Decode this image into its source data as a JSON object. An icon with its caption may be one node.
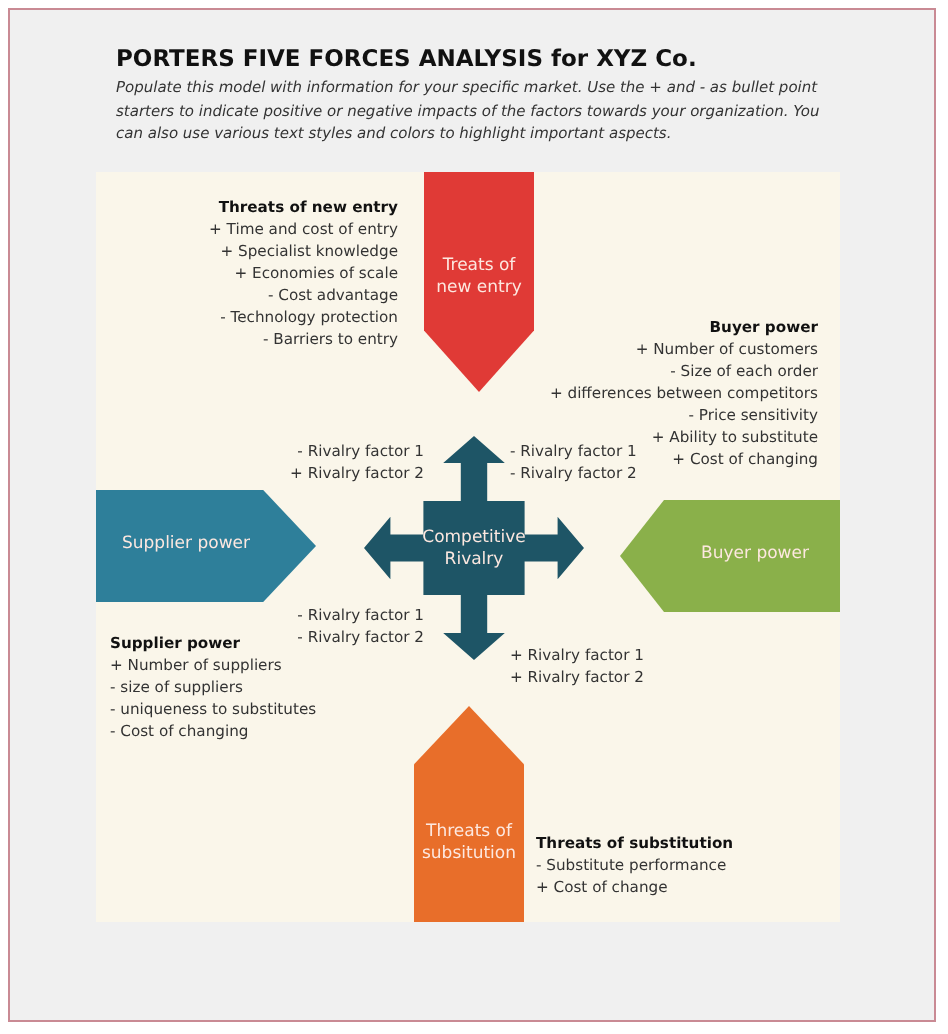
{
  "diagram": {
    "title": "PORTERS FIVE FORCES ANALYSIS for XYZ Co.",
    "caption": "Populate this model with information for your specific market. Use the + and - as bullet point starters to indicate positive or negative impacts of the factors towards your organization.  You can also use various text styles and colors to highlight important aspects.",
    "nodes": [
      {
        "text": [
          "Treats of new entry"
        ],
        "beside": [
          "Threats of new entry",
          "+ Time and cost of entry",
          "+ Specialist knowledge",
          "+ Economies of scale",
          "- Cost advantage",
          "- Technology protection",
          "- Barriers to entry"
        ]
      },
      {
        "text": [
          "Supplier power"
        ],
        "beside": [
          "Supplier power",
          "+ Number of suppliers",
          "- size of suppliers",
          "- uniqueness to substitutes",
          "- Cost of changing"
        ]
      },
      {
        "text": [
          "Competitive Rivalry"
        ]
      },
      {
        "text": [
          "Buyer power"
        ],
        "beside": [
          "Buyer power",
          "+ Number of customers",
          "- Size of each order",
          "+ differences between competitors",
          "- Price sensitivity",
          "+ Ability to substitute",
          "+ Cost of changing"
        ]
      },
      {
        "text": [
          "Threats of subsitution"
        ],
        "beside": [
          "Threats of substitution",
          "- Substitute performance",
          "+ Cost of change"
        ]
      }
    ],
    "labels": [
      "- Rivalry factor 1",
      "+ Rivalry factor 2",
      "- Rivalry factor 1",
      "- Rivalry factor 2",
      "- Rivalry factor 1",
      "- Rivalry factor 2",
      "+ Rivalry factor 1",
      "+ Rivalry factor 2"
    ]
  }
}
